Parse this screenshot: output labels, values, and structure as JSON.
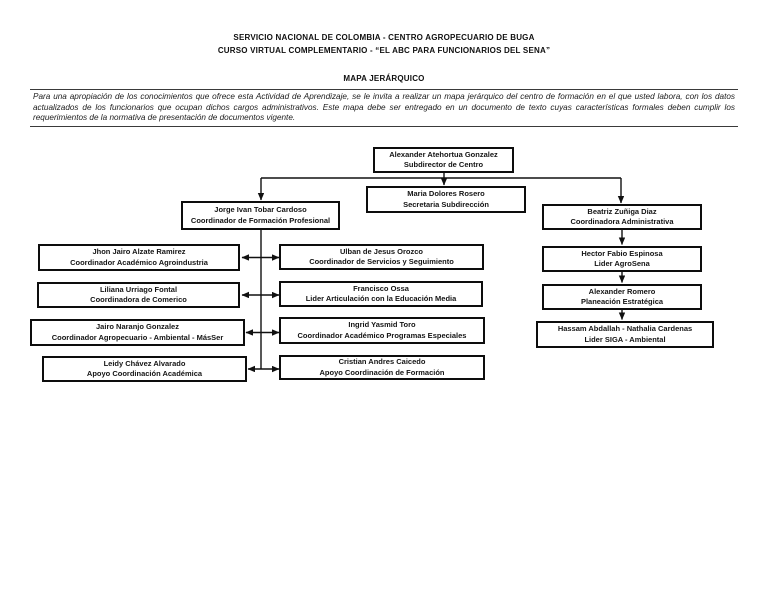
{
  "header": {
    "line1": "SERVICIO NACIONAL DE COLOMBIA - CENTRO AGROPECUARIO DE BUGA",
    "line2": "CURSO VIRTUAL COMPLEMENTARIO - “EL ABC PARA FUNCIONARIOS DEL SENA”",
    "section_title": "MAPA JERÁRQUICO",
    "intro": "Para una apropiación de los conocimientos que ofrece esta Actividad de Aprendizaje, se le invita a realizar un mapa jerárquico del centro de formación en el que usted labora, con los datos actualizados de los funcionarios que ocupan dichos cargos administrativos. Este mapa debe ser entregado en un documento de texto cuyas características formales deben cumplir los requerimientos de la normativa de presentación de documentos vigente."
  },
  "chart": {
    "type": "org-chart",
    "nodes": {
      "subdirector": {
        "name": "Alexander Atehortua Gonzalez",
        "role": "Subdirector de Centro"
      },
      "secretaria": {
        "name": "Maria Dolores Rosero",
        "role": "Secretaria Subdirección"
      },
      "formacion": {
        "name": "Jorge Ivan Tobar Cardoso",
        "role": "Coordinador de Formación Profesional"
      },
      "administrativa": {
        "name": "Beatriz Zuñiga Diaz",
        "role": "Coordinadora Administrativa"
      },
      "agroindustria": {
        "name": "Jhon Jairo Alzate Ramirez",
        "role": "Coordinador Académico Agroindustria"
      },
      "servicios": {
        "name": "Ulban de Jesus Orozco",
        "role": "Coordinador de Servicios y Seguimiento"
      },
      "comercio": {
        "name": "Liliana Urriago Fontal",
        "role": "Coordinadora de Comerico"
      },
      "articulacion": {
        "name": "Francisco Ossa",
        "role": "Lider Articulación con la Educación Media"
      },
      "agropecuario": {
        "name": "Jairo Naranjo Gonzalez",
        "role": "Coordinador Agropecuario - Ambiental - MásSer"
      },
      "especiales": {
        "name": "Ingrid Yasmid Toro",
        "role": "Coordinador Académico Programas Especiales"
      },
      "apoyo_academica": {
        "name": "Leidy Chávez Alvarado",
        "role": "Apoyo Coordinación Académica"
      },
      "apoyo_formacion": {
        "name": "Cristian Andres Caicedo",
        "role": "Apoyo Coordinación de Formación"
      },
      "agrosena": {
        "name": "Hector Fabio Espinosa",
        "role": "Lider AgroSena"
      },
      "planeacion": {
        "name": "Alexander Romero",
        "role": "Planeación Estratégica"
      },
      "siga": {
        "name": "Hassam Abdallah - Nathalia Cardenas",
        "role": "Lider SIGA - Ambiental"
      }
    },
    "edges": [
      {
        "from": "subdirector",
        "to": "secretaria",
        "style": "arrow-down"
      },
      {
        "from": "subdirector",
        "to": "formacion",
        "style": "arrow-down"
      },
      {
        "from": "subdirector",
        "to": "administrativa",
        "style": "arrow-down"
      },
      {
        "from": "agroindustria",
        "to": "servicios",
        "style": "double-arrow",
        "via": "formacion-spine"
      },
      {
        "from": "comercio",
        "to": "articulacion",
        "style": "double-arrow",
        "via": "formacion-spine"
      },
      {
        "from": "agropecuario",
        "to": "especiales",
        "style": "double-arrow",
        "via": "formacion-spine"
      },
      {
        "from": "apoyo_academica",
        "to": "apoyo_formacion",
        "style": "double-arrow",
        "via": "formacion-spine"
      },
      {
        "from": "administrativa",
        "to": "agrosena",
        "style": "arrow-down"
      },
      {
        "from": "agrosena",
        "to": "planeacion",
        "style": "arrow-down"
      },
      {
        "from": "planeacion",
        "to": "siga",
        "style": "arrow-down"
      }
    ]
  },
  "colors": {
    "line": "#111111",
    "border": "#0d0d0d",
    "text": "#141414"
  }
}
